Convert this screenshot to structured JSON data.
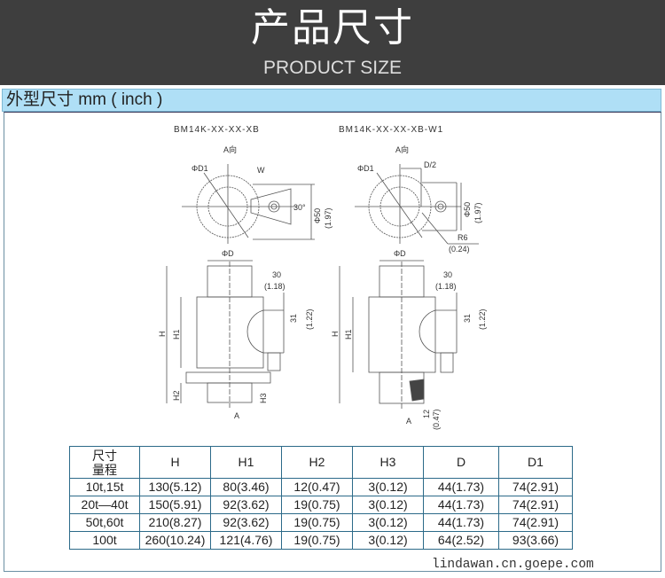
{
  "header": {
    "title": "产品尺寸",
    "subtitle": "PRODUCT SIZE"
  },
  "section_label": "外型尺寸 mm ( inch )",
  "drawing": {
    "left_model": "BM14K-XX-XX-XB",
    "right_model": "BM14K-XX-XX-XB-W1",
    "direction": "A向",
    "phi_d1": "ΦD1",
    "w": "W",
    "angle": "30°",
    "phi50": "Φ50",
    "phi50_in": "(1.97)",
    "d_half": "D/2",
    "r6": "R6",
    "r6_in": "(0.24)",
    "phi_d": "ΦD",
    "dim30": "30",
    "dim30_in": "(1.18)",
    "dim31": "31",
    "dim31_in": "(1.22)",
    "h": "H",
    "h1": "H1",
    "h2": "H2",
    "h3": "H3",
    "a": "A",
    "dim12": "12",
    "dim12_in": "(0.47)"
  },
  "table": {
    "corner_top": "尺寸",
    "corner_bottom": "量程",
    "headers": [
      "H",
      "H1",
      "H2",
      "H3",
      "D",
      "D1"
    ],
    "rows": [
      {
        "range": "10t,15t",
        "cells": [
          "130(5.12)",
          "80(3.46)",
          "12(0.47)",
          "3(0.12)",
          "44(1.73)",
          "74(2.91)"
        ]
      },
      {
        "range": "20t—40t",
        "cells": [
          "150(5.91)",
          "92(3.62)",
          "19(0.75)",
          "3(0.12)",
          "44(1.73)",
          "74(2.91)"
        ]
      },
      {
        "range": "50t,60t",
        "cells": [
          "210(8.27)",
          "92(3.62)",
          "19(0.75)",
          "3(0.12)",
          "44(1.73)",
          "74(2.91)"
        ]
      },
      {
        "range": "100t",
        "cells": [
          "260(10.24)",
          "121(4.76)",
          "19(0.75)",
          "3(0.12)",
          "64(2.52)",
          "93(3.66)"
        ]
      }
    ]
  },
  "watermark": "lindawan.cn.goepe.com"
}
